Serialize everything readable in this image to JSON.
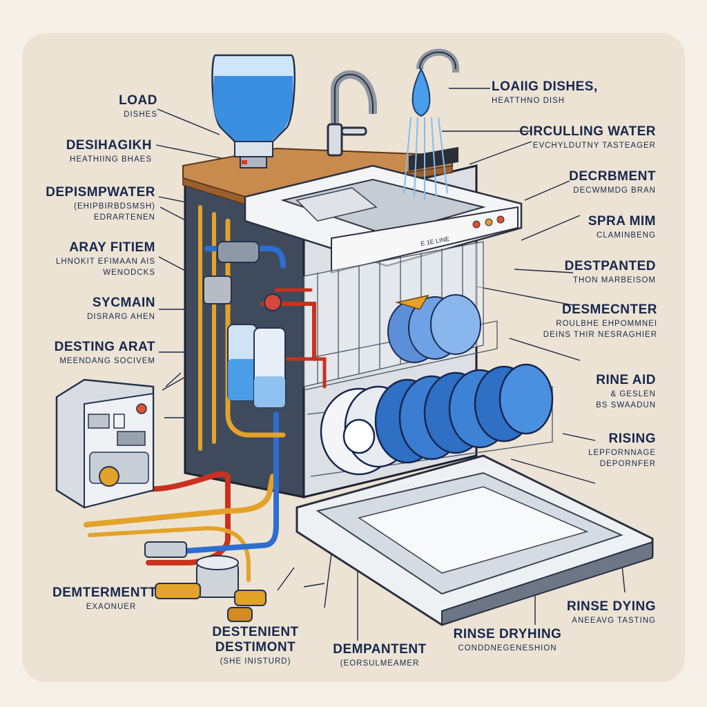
{
  "labels": {
    "load": {
      "title": "LOAD",
      "sub": "DISHES"
    },
    "desihagik": {
      "title": "DESIHAGIKH",
      "sub": "HEATHIING BHAES"
    },
    "depismpwater": {
      "title": "DEPISMPWATER",
      "sub": "(EHIPBIRBDSMSH)",
      "sub2": "EDRARTENEN"
    },
    "arayfitiem": {
      "title": "ARAY FITIEM",
      "sub": "LHNOKIT EFIMAAN AIS",
      "sub2": "WENODCKS"
    },
    "sycmain": {
      "title": "SYCMAIN",
      "sub": "DISRARG AHEN"
    },
    "destingarat": {
      "title": "DESTING ARAT",
      "sub": "MEENDANG SOCIVEM"
    },
    "dementermentt": {
      "title": "DEMTERMENTT",
      "sub": "EXAONUER"
    },
    "destenient": {
      "title": "DESTENIENT DESTIMONT",
      "sub": "(SHE INISTURD)"
    },
    "dempantent": {
      "title": "DEMPANTENT",
      "sub": "(EORSULMEAMER"
    },
    "rinsedryhing": {
      "title": "RINSE DRYHING",
      "sub": "CONDDNEGENESHION"
    },
    "loadingdishes": {
      "title": "LOAIIG DISHES,",
      "sub": "HEATTHNO DISH"
    },
    "circulling": {
      "title": "CIRCULLING WATER",
      "sub": "EVCHYLDUTNY TASTEAGER"
    },
    "decrbment": {
      "title": "DECRBMENT",
      "sub": "DECWMMDG BRAN"
    },
    "sprarim": {
      "title": "SPRA MIM",
      "sub": "CLAMINBENG"
    },
    "despanted": {
      "title": "DESTPANTED",
      "sub": "THON MARBEISOM"
    },
    "desmecnter": {
      "title": "DESMECNTER",
      "sub": "ROULBHE EHPOMMNEI",
      "sub2": "DEINS THIR NESRAGHIER"
    },
    "rineaid": {
      "title": "RINE AID",
      "sub": "& GESLEN",
      "sub2": "BS SWAADUN"
    },
    "rising": {
      "title": "RISING",
      "sub": "LEPFORNNAGE",
      "sub2": "DEPORNFER"
    },
    "rinsedying": {
      "title": "RINSE DYING",
      "sub": "ANEEAVG TASTING"
    }
  },
  "control_panel_text": "E 1E LINE",
  "colors": {
    "label": "#16274d",
    "pipe_red": "#c8321e",
    "pipe_yellow": "#e3a22a",
    "pipe_blue": "#2d6ed0",
    "water": "#4a9de8",
    "plate": "#2f6fc4",
    "counter": "#c98a4e"
  }
}
